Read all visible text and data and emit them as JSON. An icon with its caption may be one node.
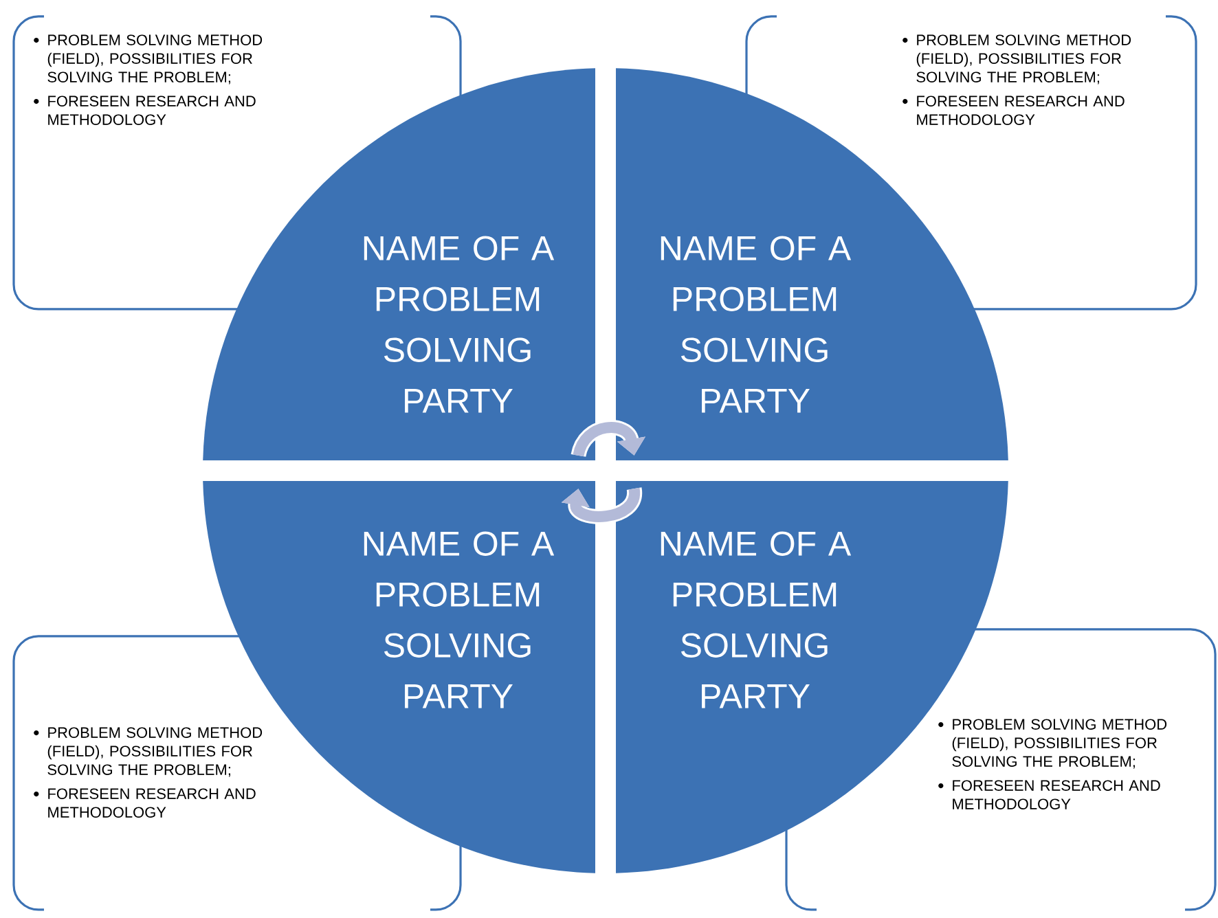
{
  "diagram": {
    "nodes": [
      {
        "text": [
          "PROBLEM SOLVING METHOD (FIELD), POSSIBILITIES FOR SOLVING THE PROBLEM;",
          "FORESEEN RESEARCH AND METHODOLOGY"
        ]
      },
      {
        "text": [
          "PROBLEM SOLVING METHOD (FIELD), POSSIBILITIES FOR SOLVING THE PROBLEM;",
          "FORESEEN RESEARCH AND METHODOLOGY"
        ]
      },
      {
        "text": [
          "NAME OF A PROBLEM SOLVING PARTY"
        ]
      },
      {
        "text": [
          "NAME OF A PROBLEM SOLVING PARTY"
        ]
      },
      {
        "text": [
          "NAME OF A PROBLEM SOLVING PARTY"
        ]
      },
      {
        "text": [
          "NAME OF A PROBLEM SOLVING PARTY"
        ]
      },
      {
        "text": [
          "PROBLEM SOLVING METHOD (FIELD), POSSIBILITIES FOR SOLVING THE PROBLEM;",
          "FORESEEN RESEARCH AND METHODOLOGY"
        ]
      },
      {
        "text": [
          "PROBLEM SOLVING METHOD (FIELD), POSSIBILITIES FOR SOLVING THE PROBLEM;",
          "FORESEEN RESEARCH AND METHODOLOGY"
        ]
      }
    ],
    "edges": [
      {
        "from": 2,
        "to": 3,
        "arrow": "to"
      },
      {
        "from": 5,
        "to": 4,
        "arrow": "to"
      }
    ]
  }
}
